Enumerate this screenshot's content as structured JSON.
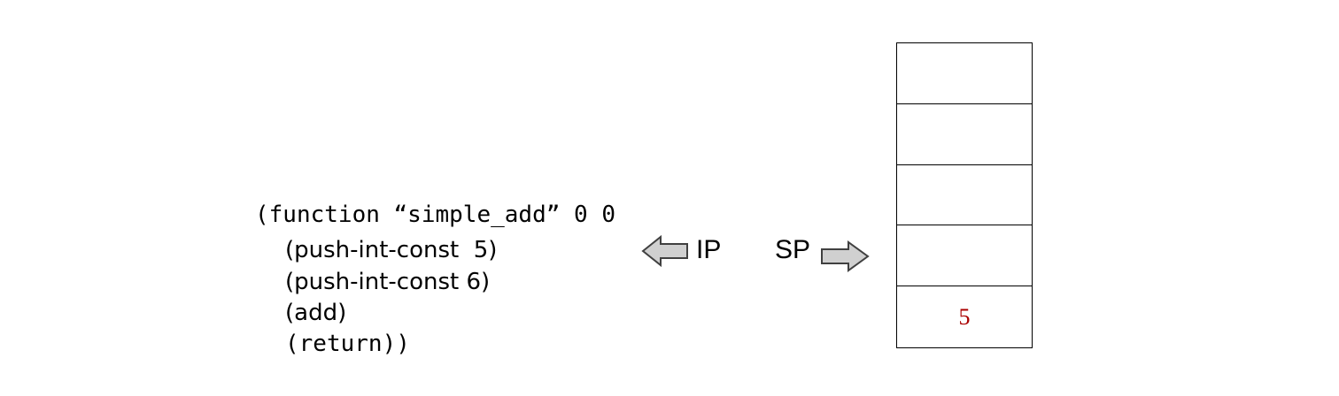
{
  "code": {
    "lines": [
      "(function “simple_add” 0 0",
      "(push-int-const  5)",
      "(push-int-const 6)",
      "(add)",
      "(return))"
    ]
  },
  "pointers": {
    "ip_label": "IP",
    "sp_label": "SP"
  },
  "stack": {
    "cells": [
      "",
      "",
      "",
      "",
      "5"
    ],
    "value_color": "#aa0000"
  },
  "colors": {
    "arrow_fill": "#d0d0d0",
    "arrow_stroke": "#404040"
  }
}
